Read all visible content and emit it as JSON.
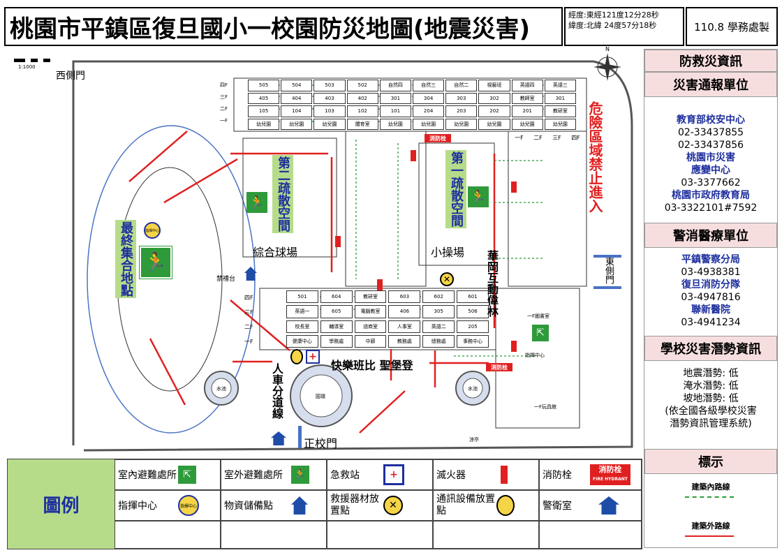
{
  "header": {
    "title": "桃園市平鎮區復旦國小一校園防災地圖(地震災害)",
    "coord_lon": "經度:東經121度12分28秒",
    "coord_lat": "緯度:北緯 24度57分18秒",
    "version": "110.8 學務處製"
  },
  "map": {
    "scale": "1:1000",
    "north": "N",
    "west_gate": "西側門",
    "east_gate": "東側門",
    "main_gate": "正校門",
    "final_assembly": "最終集合地點",
    "evac1": "第二疏散空間",
    "evac2": "第一疏散空間",
    "court": "綜合球場",
    "playground": "小操場",
    "danger": "危險區域禁止進入",
    "interactive_wall": "華岡互動偉林",
    "castle": "快樂班比 聖堡登",
    "sep_line": "人車分道線",
    "roundabout": "圓環",
    "pool1": "水池",
    "pool2": "水池",
    "stage": "禁禮台",
    "floors_top": [
      "四F",
      "三F",
      "二F",
      "一F"
    ],
    "floors_mid": [
      "四F",
      "三F",
      "二F",
      "一F"
    ],
    "floors_r": [
      "一F",
      "二F",
      "三F",
      "四F"
    ],
    "top_rows": [
      [
        "505",
        "504",
        "503",
        "502",
        "自然四",
        "自然三",
        "自然二",
        "視藝班",
        "英語四",
        "英語三"
      ],
      [
        "405",
        "404",
        "403",
        "402",
        "301",
        "304",
        "303",
        "302",
        "教師室",
        "301"
      ],
      [
        "105",
        "104",
        "103",
        "102",
        "101",
        "204",
        "203",
        "202",
        "201",
        "教研室"
      ],
      [
        "幼兒園",
        "幼兒園",
        "幼兒園",
        "體育室",
        "幼兒園",
        "幼兒園",
        "幼兒園",
        "幼兒園",
        "幼兒園",
        "幼兒園"
      ]
    ],
    "mid_rows": [
      [
        "501",
        "604",
        "教研室",
        "603",
        "602",
        "601"
      ],
      [
        "英語一",
        "605",
        "電腦教室",
        "406",
        "305",
        "506"
      ],
      [
        "校長室",
        "輔導室",
        "諮商室",
        "人事室",
        "英語二",
        "205"
      ],
      [
        "健康中心",
        "學務處",
        "中廊",
        "教務處",
        "總務處",
        "事務中心"
      ]
    ],
    "library": "一F圖書室",
    "cmd_center": "指揮中心",
    "storage_room": "一F玩具館",
    "pavilion": "涼亭"
  },
  "side": {
    "info_title": "防救災資訊",
    "report_title": "災害通報單位",
    "report_lines": [
      {
        "text": "教育部校安中心",
        "navy": true
      },
      {
        "text": "02-33437855",
        "navy": false
      },
      {
        "text": "02-33437856",
        "navy": false
      },
      {
        "text": "桃園市災害",
        "navy": true
      },
      {
        "text": "應變中心",
        "navy": true
      },
      {
        "text": "03-3377662",
        "navy": false
      },
      {
        "text": "桃園市政府教育局",
        "navy": true
      },
      {
        "text": "03-3322101#7592",
        "navy": false
      }
    ],
    "police_title": "警消醫療單位",
    "police_lines": [
      {
        "text": "平鎮警察分局",
        "navy": true
      },
      {
        "text": "03-4938381",
        "navy": false
      },
      {
        "text": "復旦消防分隊",
        "navy": true
      },
      {
        "text": "03-4947816",
        "navy": false
      },
      {
        "text": "聯新醫院",
        "navy": true
      },
      {
        "text": "03-4941234",
        "navy": false
      }
    ],
    "potential_title": "學校災害潛勢資訊",
    "potential_lines": [
      "地震潛勢: 低",
      "淹水潛勢: 低",
      "坡地潛勢: 低",
      "(依全國各級學校災害",
      "潛勢資訊管理系統)"
    ],
    "marks_title": "標示",
    "indoor_route": "建築內路線",
    "outdoor_route": "建築外路線"
  },
  "legend": {
    "title": "圖例",
    "indoor_refuge": "室內避難處所",
    "outdoor_refuge": "室外避難處所",
    "first_aid": "急救站",
    "extinguisher": "滅火器",
    "hydrant": "消防栓",
    "command": "指揮中心",
    "supplies": "物資儲備點",
    "rescue_equip": "救援器材放置點",
    "comm_equip": "通訊設備放置點",
    "guard": "警衛室",
    "hydrant_badge": "消防栓",
    "hydrant_sub": "FIRE HYDRANT",
    "cmd_badge": "指揮中心"
  },
  "colors": {
    "red": "#e02020",
    "green": "#2e9a3a",
    "navy": "#1e2f9e",
    "pink": "#f7dede",
    "track": "#4a72c4"
  }
}
